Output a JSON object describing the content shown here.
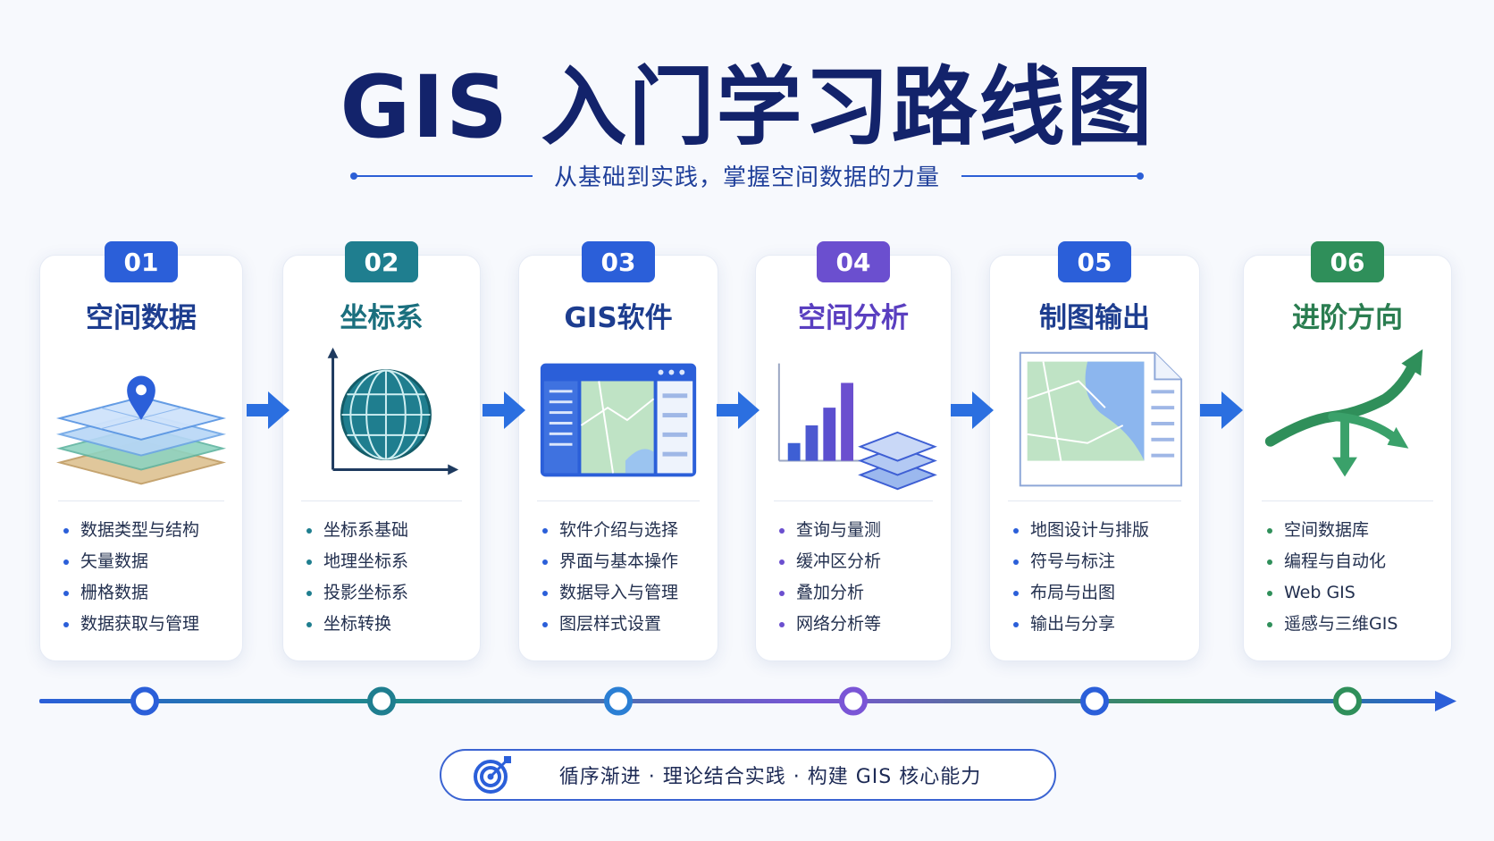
{
  "title": "GIS 入门学习路线图",
  "subtitle": "从基础到实践，掌握空间数据的力量",
  "steps": [
    {
      "number": "01",
      "title": "空间数据",
      "color": "#2b5fd9",
      "items": [
        "数据类型与结构",
        "矢量数据",
        "栅格数据",
        "数据获取与管理"
      ]
    },
    {
      "number": "02",
      "title": "坐标系",
      "color": "#1f7e8f",
      "items": [
        "坐标系基础",
        "地理坐标系",
        "投影坐标系",
        "坐标转换"
      ]
    },
    {
      "number": "03",
      "title": "GIS软件",
      "color": "#2b5fd9",
      "items": [
        "软件介绍与选择",
        "界面与基本操作",
        "数据导入与管理",
        "图层样式设置"
      ]
    },
    {
      "number": "04",
      "title": "空间分析",
      "color": "#6b4fcf",
      "items": [
        "查询与量测",
        "缓冲区分析",
        "叠加分析",
        "网络分析等"
      ]
    },
    {
      "number": "05",
      "title": "制图输出",
      "color": "#2b5fd9",
      "items": [
        "地图设计与排版",
        "符号与标注",
        "布局与出图",
        "输出与分享"
      ]
    },
    {
      "number": "06",
      "title": "进阶方向",
      "color": "#2f8f5a",
      "items": [
        "空间数据库",
        "编程与自动化",
        "Web GIS",
        "遥感与三维GIS"
      ]
    }
  ],
  "footer": {
    "text": "循序渐进 · 理论结合实践 · 构建 GIS 核心能力",
    "icon": "target-icon"
  },
  "colors": {
    "primary": "#2b5fd9",
    "teal": "#1f7e8f",
    "purple": "#6b4fcf",
    "green": "#2f8f5a",
    "title": "#13236b"
  }
}
